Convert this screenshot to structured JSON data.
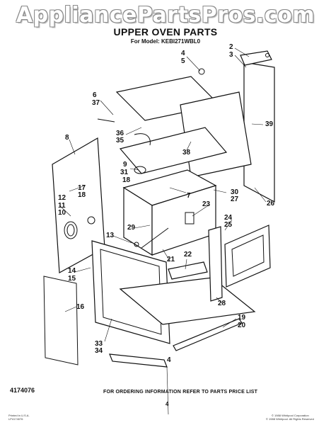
{
  "watermark": "AppliancePartsPros.com",
  "title": "UPPER OVEN PARTS",
  "model_line": "For Model: KEBI271WBL0",
  "callouts": [
    "2",
    "3",
    "4",
    "5",
    "6",
    "37",
    "8",
    "36",
    "35",
    "39",
    "38",
    "9",
    "31",
    "18",
    "17",
    "18",
    "7",
    "12",
    "11",
    "10",
    "30",
    "27",
    "26",
    "23",
    "24",
    "25",
    "29",
    "13",
    "21",
    "22",
    "14",
    "15",
    "16",
    "28",
    "19",
    "20",
    "33",
    "34",
    "4"
  ],
  "footer": {
    "left_code": "4174076",
    "center_text": "FOR ORDERING INFORMATION REFER TO PARTS PRICE LIST",
    "page_number": "4",
    "bottom_left_small": "Printed in U.S.A.",
    "bottom_left_small2": "LP4174076",
    "bottom_right_small": "© 1988 Whirlpool Corporation",
    "bottom_right_small2": "© 1988 Whirlpool. All Rights Reserved"
  }
}
